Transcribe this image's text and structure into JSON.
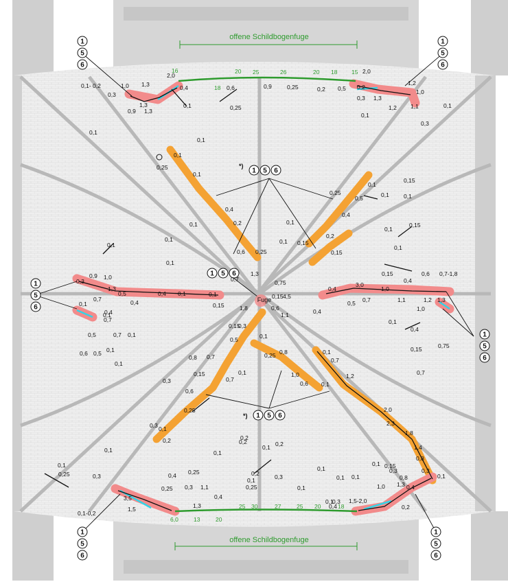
{
  "joint_label": "offene Schildbogenfuge",
  "fuge_label": "Fuge",
  "star_marker": "*)",
  "circle_codes": [
    "1",
    "5",
    "6"
  ],
  "colors": {
    "background": "#ffffff",
    "stone": "#cfcfcf",
    "stone_dark": "#9c9c9c",
    "rib": "#b4b4b4",
    "vault_fill": "#ececec",
    "joint_green": "#2e9b2e",
    "crack_orange": "#f4a233",
    "crack_red": "#f28b8b",
    "crack_cyan": "#34d3e6",
    "crack_black": "#111111"
  },
  "top_joint_widths": [
    "16",
    "18",
    "20",
    "25",
    "26",
    "20",
    "18",
    "15"
  ],
  "bottom_joint_widths": [
    "6,0",
    "13",
    "20",
    "25",
    "30",
    "27",
    "25",
    "20",
    "18"
  ],
  "crack_widths": [
    {
      "id": "tl1",
      "text": "0,1- 0,2"
    },
    {
      "id": "tl2",
      "text": "1,0"
    },
    {
      "id": "tl3",
      "text": "1,3"
    },
    {
      "id": "tl4",
      "text": "2,0"
    },
    {
      "id": "tl5",
      "text": "0,4"
    },
    {
      "id": "tl6",
      "text": "0,3"
    },
    {
      "id": "tl7",
      "text": "0,9"
    },
    {
      "id": "tl8",
      "text": "1,3"
    },
    {
      "id": "tl9",
      "text": "1,3"
    },
    {
      "id": "tl10",
      "text": "0,1"
    },
    {
      "id": "tl11",
      "text": "0,1"
    },
    {
      "id": "tc1",
      "text": "0,6"
    },
    {
      "id": "tc2",
      "text": "0,9"
    },
    {
      "id": "tc3",
      "text": "0,25"
    },
    {
      "id": "tc4",
      "text": "0,25"
    },
    {
      "id": "tc5",
      "text": "0,2"
    },
    {
      "id": "tc6",
      "text": "0,5"
    },
    {
      "id": "tc7",
      "text": "0,1"
    },
    {
      "id": "tr1",
      "text": "2,0"
    },
    {
      "id": "tr2",
      "text": "0,2"
    },
    {
      "id": "tr3",
      "text": "0,3"
    },
    {
      "id": "tr4",
      "text": "1,3"
    },
    {
      "id": "tr5",
      "text": "1,2"
    },
    {
      "id": "tr6",
      "text": "1,0"
    },
    {
      "id": "tr7",
      "text": "1,2"
    },
    {
      "id": "tr8",
      "text": "1,1"
    },
    {
      "id": "tr9",
      "text": "0,1"
    },
    {
      "id": "tr10",
      "text": "0,1"
    },
    {
      "id": "tr11",
      "text": "0,3"
    },
    {
      "id": "u1",
      "text": "0,1"
    },
    {
      "id": "u2",
      "text": "0,1"
    },
    {
      "id": "u3",
      "text": "0,4"
    },
    {
      "id": "u4",
      "text": "0,2"
    },
    {
      "id": "u5",
      "text": "0,6"
    },
    {
      "id": "u6",
      "text": "0,25"
    },
    {
      "id": "u7",
      "text": "0,25"
    },
    {
      "id": "u8",
      "text": "0,1"
    },
    {
      "id": "u9",
      "text": "0,1"
    },
    {
      "id": "u10",
      "text": "0,1"
    },
    {
      "id": "v1",
      "text": "0,25"
    },
    {
      "id": "v2",
      "text": "0,5"
    },
    {
      "id": "v3",
      "text": "0,4"
    },
    {
      "id": "v4",
      "text": "0,2"
    },
    {
      "id": "v5",
      "text": "0,15"
    },
    {
      "id": "v6",
      "text": "0,1"
    },
    {
      "id": "v7",
      "text": "0,15"
    },
    {
      "id": "v8",
      "text": "0,1"
    },
    {
      "id": "v9",
      "text": "0,1"
    },
    {
      "id": "v10",
      "text": "0,15"
    },
    {
      "id": "v11",
      "text": "0,1"
    },
    {
      "id": "v12",
      "text": "0,1"
    },
    {
      "id": "v13",
      "text": "0,15"
    },
    {
      "id": "v14",
      "text": "0,1"
    },
    {
      "id": "v15",
      "text": "0,1"
    },
    {
      "id": "l1",
      "text": "0,1"
    },
    {
      "id": "l2",
      "text": "0,9"
    },
    {
      "id": "l3",
      "text": "1,0"
    },
    {
      "id": "l4",
      "text": "0,3"
    },
    {
      "id": "l5",
      "text": "1,3"
    },
    {
      "id": "l6",
      "text": "0,5"
    },
    {
      "id": "l7",
      "text": "0,4"
    },
    {
      "id": "l8",
      "text": "0,4"
    },
    {
      "id": "l9",
      "text": "0,1"
    },
    {
      "id": "l10",
      "text": "0,1"
    },
    {
      "id": "l11",
      "text": "0,7"
    },
    {
      "id": "l12",
      "text": "0,4"
    },
    {
      "id": "l13",
      "text": "0,7"
    },
    {
      "id": "l14",
      "text": "0,1"
    },
    {
      "id": "l15",
      "text": "0,5"
    },
    {
      "id": "l16",
      "text": "0,7"
    },
    {
      "id": "l17",
      "text": "0,1"
    },
    {
      "id": "l18",
      "text": "0,6"
    },
    {
      "id": "l19",
      "text": "0,5"
    },
    {
      "id": "l20",
      "text": "0,1"
    },
    {
      "id": "l21",
      "text": "0,1"
    },
    {
      "id": "c1",
      "text": "0,1"
    },
    {
      "id": "c2",
      "text": "0,15"
    },
    {
      "id": "c3",
      "text": "1,8"
    },
    {
      "id": "c4",
      "text": "0,7"
    },
    {
      "id": "c5",
      "text": "1,3"
    },
    {
      "id": "c6",
      "text": "0,75"
    },
    {
      "id": "c7",
      "text": "0,15"
    },
    {
      "id": "c8",
      "text": "4,5"
    },
    {
      "id": "c9",
      "text": "0,6"
    },
    {
      "id": "c10",
      "text": "1,1"
    },
    {
      "id": "c11",
      "text": "0,4"
    },
    {
      "id": "r1",
      "text": "0,15"
    },
    {
      "id": "r2",
      "text": "0,4"
    },
    {
      "id": "r3",
      "text": "0,6"
    },
    {
      "id": "r4",
      "text": "0,7-1,8"
    },
    {
      "id": "r5",
      "text": "0,4"
    },
    {
      "id": "r6",
      "text": "3,0"
    },
    {
      "id": "r7",
      "text": "1,0"
    },
    {
      "id": "r8",
      "text": "0,5"
    },
    {
      "id": "r9",
      "text": "0,7"
    },
    {
      "id": "r10",
      "text": "1,1"
    },
    {
      "id": "r11",
      "text": "1,2"
    },
    {
      "id": "r12",
      "text": "1,3"
    },
    {
      "id": "r13",
      "text": "1,0"
    },
    {
      "id": "r14",
      "text": "0,1"
    },
    {
      "id": "r15",
      "text": "0,4"
    },
    {
      "id": "r16",
      "text": "0,15"
    },
    {
      "id": "r17",
      "text": "0,75"
    },
    {
      "id": "r18",
      "text": "0,7"
    },
    {
      "id": "d1",
      "text": "0,15"
    },
    {
      "id": "d2",
      "text": "0,3"
    },
    {
      "id": "d3",
      "text": "0,5"
    },
    {
      "id": "d4",
      "text": "0,1"
    },
    {
      "id": "d5",
      "text": "0,25"
    },
    {
      "id": "d6",
      "text": "0,8"
    },
    {
      "id": "d7",
      "text": "0,7"
    },
    {
      "id": "d8",
      "text": "0,1"
    },
    {
      "id": "d9",
      "text": "0,8"
    },
    {
      "id": "d10",
      "text": "0,15"
    },
    {
      "id": "d11",
      "text": "0,6"
    },
    {
      "id": "d12",
      "text": "0,7"
    },
    {
      "id": "d13",
      "text": "0,3"
    },
    {
      "id": "d14",
      "text": "0,25"
    },
    {
      "id": "d15",
      "text": "0,3"
    },
    {
      "id": "d16",
      "text": "0,1"
    },
    {
      "id": "e1",
      "text": "1,0"
    },
    {
      "id": "e2",
      "text": "0,6"
    },
    {
      "id": "e3",
      "text": "0,1"
    },
    {
      "id": "e4",
      "text": "0,1"
    },
    {
      "id": "e5",
      "text": "0,7"
    },
    {
      "id": "e6",
      "text": "1,2"
    },
    {
      "id": "e7",
      "text": "2,0"
    },
    {
      "id": "e8",
      "text": "2,3"
    },
    {
      "id": "e9",
      "text": "1,8"
    },
    {
      "id": "e10",
      "text": "1,4"
    },
    {
      "id": "e11",
      "text": "0,8"
    },
    {
      "id": "e12",
      "text": "0,1"
    },
    {
      "id": "bl1",
      "text": "0,1"
    },
    {
      "id": "bl2",
      "text": "0,25"
    },
    {
      "id": "bl3",
      "text": "0,3"
    },
    {
      "id": "bl4",
      "text": "0,1"
    },
    {
      "id": "bl5",
      "text": "0,1-0,2"
    },
    {
      "id": "bl6",
      "text": "1,5"
    },
    {
      "id": "bl7",
      "text": "3,5"
    },
    {
      "id": "bc1",
      "text": "0,4"
    },
    {
      "id": "bc2",
      "text": "0,25"
    },
    {
      "id": "bc3",
      "text": "0,25"
    },
    {
      "id": "bc4",
      "text": "0,3"
    },
    {
      "id": "bc5",
      "text": "1,1"
    },
    {
      "id": "bc6",
      "text": "0,4"
    },
    {
      "id": "bc7",
      "text": "1,3"
    },
    {
      "id": "bc8",
      "text": "0,2"
    },
    {
      "id": "bc9",
      "text": "0,1"
    },
    {
      "id": "bc10",
      "text": "0,2"
    },
    {
      "id": "bc11",
      "text": "0,2"
    },
    {
      "id": "bc12",
      "text": "0,1"
    },
    {
      "id": "bc13",
      "text": "0,2"
    },
    {
      "id": "bc14",
      "text": "0,25"
    },
    {
      "id": "bc15",
      "text": "0,2"
    },
    {
      "id": "bc16",
      "text": "0,1"
    },
    {
      "id": "bc17",
      "text": "0,3"
    },
    {
      "id": "bc18",
      "text": "0,1"
    },
    {
      "id": "bc19",
      "text": "0,1"
    },
    {
      "id": "bc20",
      "text": "0,1"
    },
    {
      "id": "bc21",
      "text": "0,1"
    },
    {
      "id": "bc22",
      "text": "0,4"
    },
    {
      "id": "bc23",
      "text": "0,3"
    },
    {
      "id": "br1",
      "text": "0,1"
    },
    {
      "id": "br2",
      "text": "0,15"
    },
    {
      "id": "br3",
      "text": "0,3"
    },
    {
      "id": "br4",
      "text": "0,8"
    },
    {
      "id": "br5",
      "text": "0,3"
    },
    {
      "id": "br6",
      "text": "1,0"
    },
    {
      "id": "br7",
      "text": "1,3"
    },
    {
      "id": "br8",
      "text": "0,4"
    },
    {
      "id": "br9",
      "text": "1,5-2,0"
    },
    {
      "id": "br10",
      "text": "0,2"
    },
    {
      "id": "br11",
      "text": "0,1"
    }
  ]
}
